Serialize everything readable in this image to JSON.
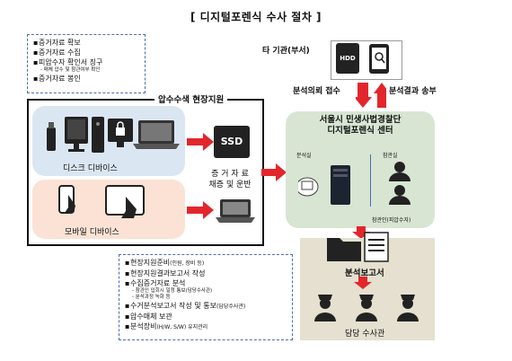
{
  "title": "[ 디지털포렌식 수사 절차 ]",
  "checklist_top": {
    "items": [
      "증거자료 확보",
      "증거자료 수집",
      "피압수자 확인서 징구"
    ],
    "sub": "- 매체 압수 및 참관여부 확인",
    "last": "증거자료 봉인"
  },
  "onsite_label": "압수수색 현장지원",
  "disk_label": "디스크 디바이스",
  "mobile_label": "모바일 디바이스",
  "transport_label_1": "증 거 자 료",
  "transport_label_2": "채증 및 운반",
  "ssd_label": "SSD",
  "hdd_label": "HDD",
  "other_agency": "타 기관(부서)",
  "request_label": "분석의뢰 접수",
  "result_label": "분석결과 송부",
  "center_title_1": "서울시 민생사법경찰단",
  "center_title_2": "디지털포렌식 센터",
  "lab_label": "분석실",
  "observer_room_label": "참관실",
  "observer_label": "참관인(피압수자)",
  "report_label": "분석보고서",
  "investigator_label": "담당 수사관",
  "checklist_bottom": {
    "items": [
      {
        "bold": "현장지원준비",
        "small": "(인원, 장비 등)"
      },
      {
        "bold": "현장지원결과보고서 작성",
        "small": ""
      },
      {
        "bold": "수집증거자료 분석",
        "small": ""
      }
    ],
    "subs": [
      "- 참관인 입회시 일정 통보(담당수사관)",
      "- 분석과정 녹화 등"
    ],
    "items2": [
      {
        "bold": "수거분석보고서 작성 및 통보",
        "small": "(담당수사관)"
      },
      {
        "bold": "압수매체 보관",
        "small": ""
      },
      {
        "bold": "분석장비",
        "small": "(H/W, S/W) 유지관리"
      }
    ]
  },
  "colors": {
    "arrow": "#e3262b",
    "green": "#d8e5d3",
    "blue": "#dbe6f3",
    "peach": "#fbe2d4"
  }
}
